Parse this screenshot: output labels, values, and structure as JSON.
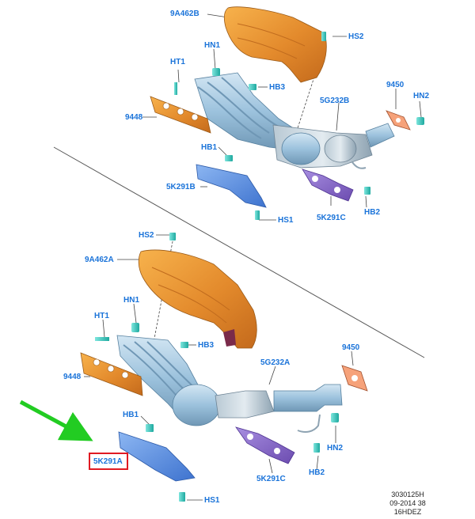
{
  "colors": {
    "label": "#1a73d9",
    "highlight": "#e01a22",
    "arrow": "#22cc22",
    "heat_shield": "#e58a2e",
    "manifold": "#9fc4df",
    "gasket": "#f08a6e",
    "flange_gasket": "#8c6cc8",
    "bracket": "#5b8fe0",
    "fastener": "#26c0b8"
  },
  "upper_assembly": {
    "heat_shield": "9A462B",
    "stud_upper": "HS2",
    "nut_shield": "HN1",
    "stud_manifold": "HT1",
    "bolt_manifold": "HB3",
    "manifold_cat": "5G232B",
    "gasket_flange": "9450",
    "nut_flange": "HN2",
    "manifold_gasket": "9448",
    "bolt_bracket": "HB1",
    "bracket": "5K291B",
    "stud_lower": "HS1",
    "flange_gasket": "5K291C",
    "bolt_flange": "HB2"
  },
  "lower_assembly": {
    "stud_upper": "HS2",
    "heat_shield": "9A462A",
    "nut_shield": "HN1",
    "stud_manifold": "HT1",
    "bolt_manifold": "HB3",
    "manifold_cat": "5G232A",
    "gasket_flange": "9450",
    "manifold_gasket": "9448",
    "bolt_bracket": "HB1",
    "nut_flange": "HN2",
    "bracket": "5K291A",
    "flange_gasket": "5K291C",
    "bolt_flange": "HB2",
    "stud_lower": "HS1"
  },
  "highlighted_part": "5K291A",
  "reference": {
    "line1": "3030125H",
    "line2": "09-2014 38",
    "line3": "16HDEZ"
  }
}
